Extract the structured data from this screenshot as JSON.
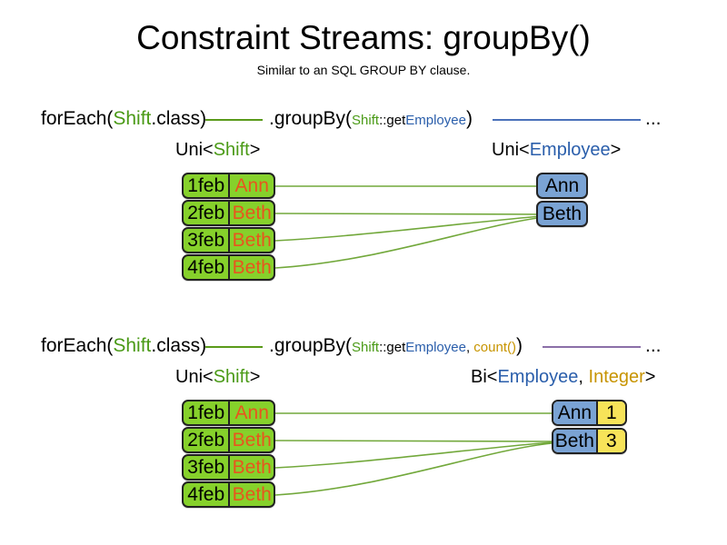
{
  "page": {
    "title": "Constraint Streams: groupBy()",
    "subtitle": "Similar to an SQL GROUP BY clause.",
    "ellipsis": "..."
  },
  "colors": {
    "shift_green": "#86d12b",
    "employee_blue": "#7aa3d4",
    "count_yellow": "#f7e359",
    "token_green": "#4a9a16",
    "token_blue": "#2a5eab",
    "token_gold": "#c79400",
    "name_orange": "#e8551e",
    "link_green": "#5a9a1a",
    "link_blue": "#4a71ba",
    "link_purple": "#8b6fa8"
  },
  "sections": [
    {
      "id": "groupby-single",
      "code": {
        "for_each_prefix": "forEach(",
        "for_each_type": "Shift",
        "for_each_suffix": ".class)",
        "group_by_label": ".groupBy(",
        "arg_type": "Shift",
        "arg_sep": "::get",
        "arg_prop": "Employee",
        "group_by_close": ")"
      },
      "left_type_label": {
        "outer": "Uni<",
        "inner": "Shift",
        "close": ">"
      },
      "right_type_label": {
        "outer": "Uni<",
        "inner": "Employee",
        "close": ">"
      },
      "left_rows": [
        {
          "date": "1feb",
          "name": "Ann"
        },
        {
          "date": "2feb",
          "name": "Beth"
        },
        {
          "date": "3feb",
          "name": "Beth"
        },
        {
          "date": "4feb",
          "name": "Beth"
        }
      ],
      "right_rows": [
        {
          "employee": "Ann"
        },
        {
          "employee": "Beth"
        }
      ]
    },
    {
      "id": "groupby-count",
      "code": {
        "for_each_prefix": "forEach(",
        "for_each_type": "Shift",
        "for_each_suffix": ".class)",
        "group_by_label": ".groupBy(",
        "arg_type": "Shift",
        "arg_sep": "::get",
        "arg_prop": "Employee",
        "arg_comma": ", ",
        "arg_collector": "count()",
        "group_by_close": ")"
      },
      "left_type_label": {
        "outer": "Uni<",
        "inner": "Shift",
        "close": ">"
      },
      "right_type_label": {
        "outer": "Bi<",
        "inner": "Employee",
        "mid": ", ",
        "inner2": "Integer",
        "close": ">"
      },
      "left_rows": [
        {
          "date": "1feb",
          "name": "Ann"
        },
        {
          "date": "2feb",
          "name": "Beth"
        },
        {
          "date": "3feb",
          "name": "Beth"
        },
        {
          "date": "4feb",
          "name": "Beth"
        }
      ],
      "right_rows": [
        {
          "employee": "Ann",
          "count": "1"
        },
        {
          "employee": "Beth",
          "count": "3"
        }
      ]
    }
  ]
}
